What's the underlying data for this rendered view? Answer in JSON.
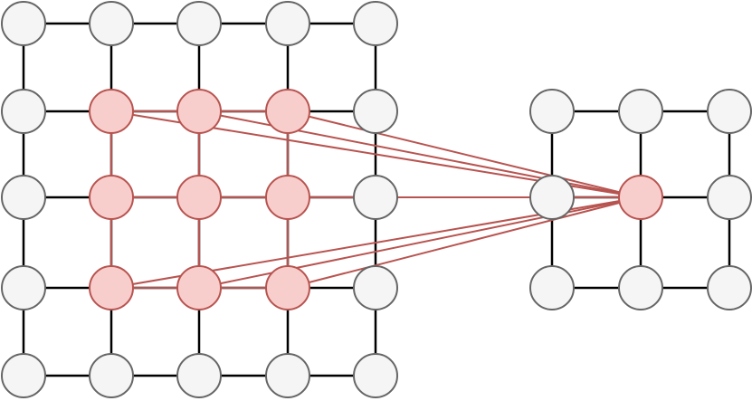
{
  "colors": {
    "background": "#ffffff",
    "node_fill": "#f5f5f5",
    "node_stroke": "#666666",
    "grid_edge": "#000000",
    "highlight_fill": "#f8cecc",
    "highlight_stroke": "#b85450"
  },
  "input_grid": {
    "rows": 5,
    "cols": 5,
    "highlighted_cells": [
      [
        1,
        1
      ],
      [
        1,
        2
      ],
      [
        1,
        3
      ],
      [
        2,
        1
      ],
      [
        2,
        2
      ],
      [
        2,
        3
      ],
      [
        3,
        1
      ],
      [
        3,
        2
      ],
      [
        3,
        3
      ]
    ]
  },
  "output_grid": {
    "rows": 3,
    "cols": 3,
    "highlighted_cell": [
      1,
      1
    ]
  }
}
